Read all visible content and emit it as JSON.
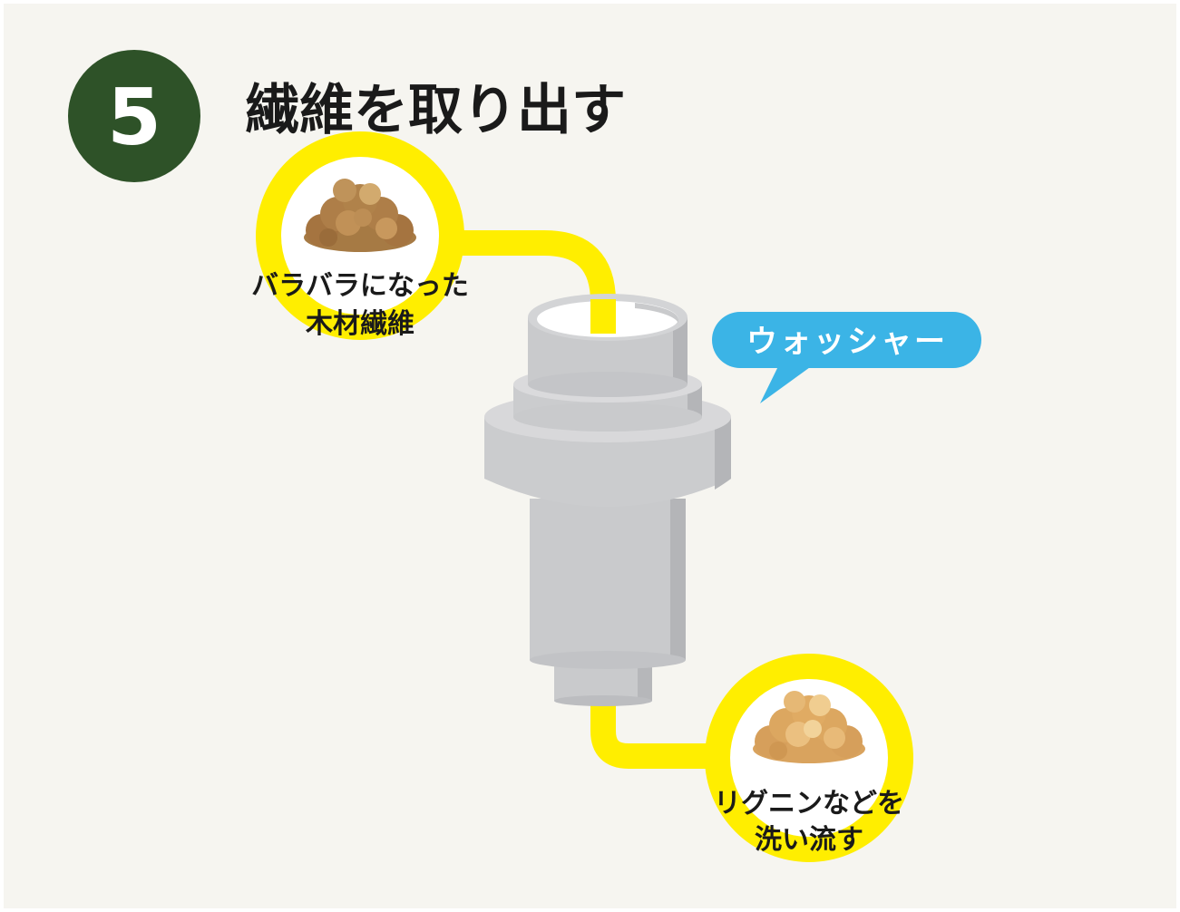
{
  "step": {
    "number": "5",
    "title": "繊維を取り出す"
  },
  "input": {
    "label_line1": "バラバラになった",
    "label_line2": "木材繊維"
  },
  "machine": {
    "name": "ウォッシャー"
  },
  "output": {
    "label_line1": "リグニンなどを",
    "label_line2": "洗い流す"
  },
  "colors": {
    "step_badge": "#2e5228",
    "flow_path": "#ffee00",
    "machine_body": "#c9cacc",
    "bubble": "#3bb4e6",
    "fiber_dark": "#b07f45",
    "fiber_light": "#dfa95c"
  }
}
